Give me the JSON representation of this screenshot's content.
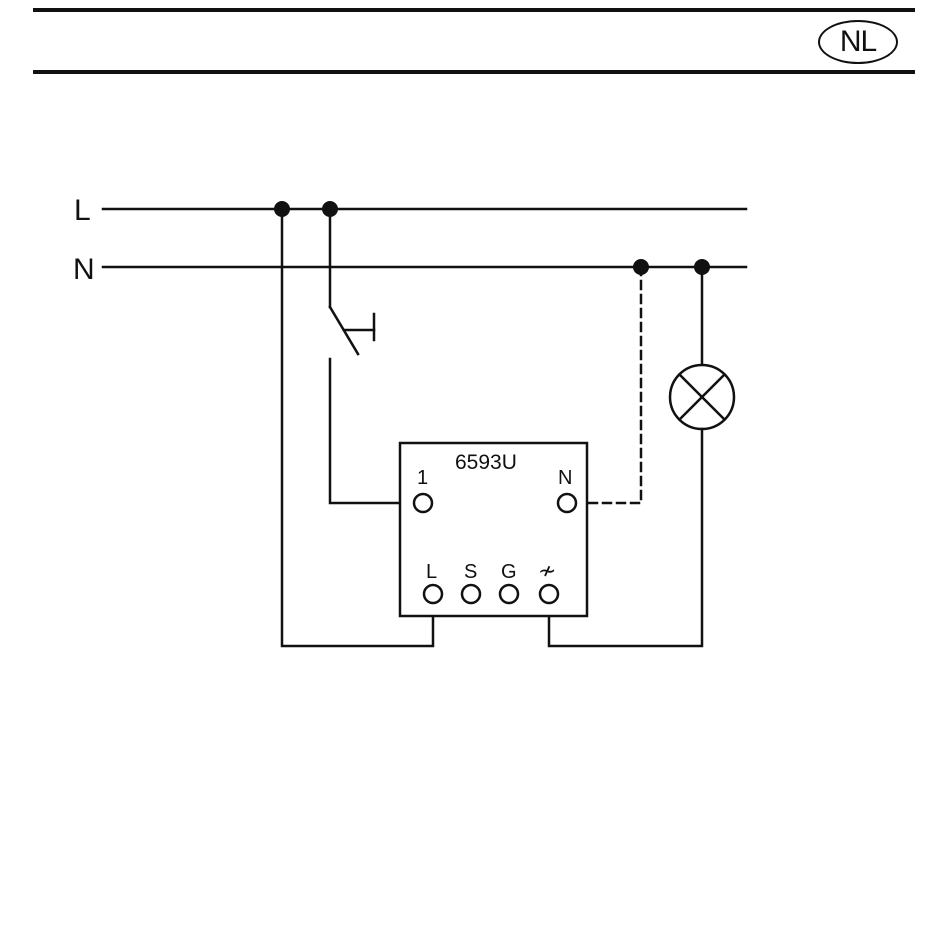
{
  "header": {
    "language_code": "NL"
  },
  "diagram": {
    "lines": {
      "live": "L",
      "neutral": "N"
    },
    "module": {
      "model": "6593U",
      "terminals": {
        "input": "1",
        "neutral": "N",
        "live": "L",
        "s": "S",
        "g": "G",
        "dimmer_output": "≁"
      }
    },
    "components": [
      "push-button-switch",
      "lamp"
    ],
    "colors": {
      "ink": "#111111",
      "background": "#ffffff"
    }
  }
}
